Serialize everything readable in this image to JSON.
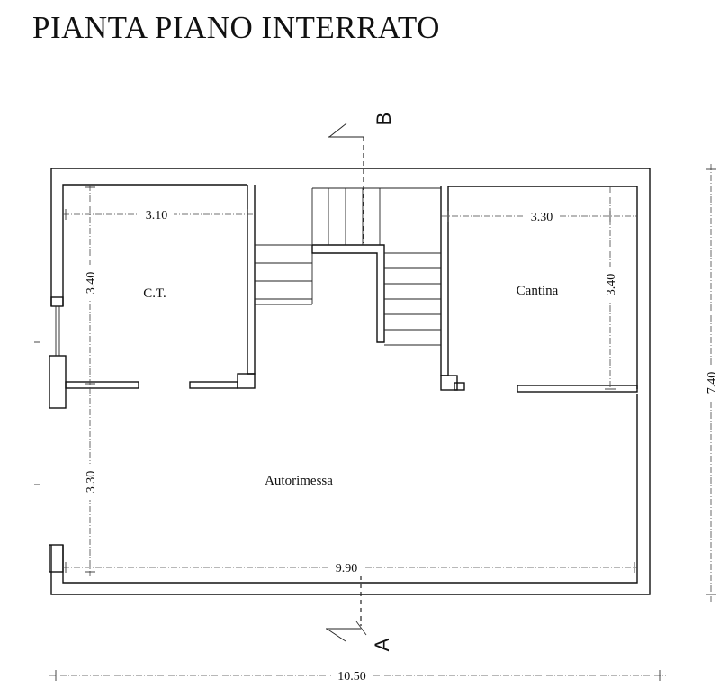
{
  "title": "PIANTA PIANO INTERRATO",
  "rooms": {
    "ct": "C.T.",
    "cantina": "Cantina",
    "autorimessa": "Autorimessa"
  },
  "dimensions": {
    "ct_width": "3.10",
    "cantina_width": "3.30",
    "ct_height": "3.40",
    "cantina_height": "3.40",
    "garage_height": "3.30",
    "inner_width": "9.90",
    "outer_height": "7.40",
    "outer_width": "10.50"
  },
  "section_marks": {
    "top": "B",
    "bottom": "A"
  }
}
